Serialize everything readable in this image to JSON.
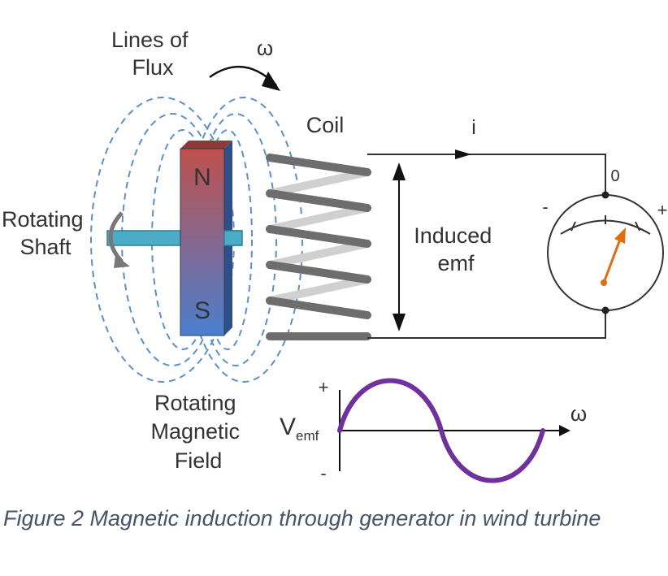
{
  "diagram": {
    "labels": {
      "lines_of_flux": [
        "Lines of",
        "Flux"
      ],
      "omega_top": "ω",
      "coil": "Coil",
      "current": "i",
      "induced_emf": [
        "Induced",
        "emf"
      ],
      "rotating_shaft": [
        "Rotating",
        "Shaft"
      ],
      "magnet_north": "N",
      "magnet_south": "S",
      "meter_zero": "0",
      "meter_minus": "-",
      "meter_plus": "+",
      "rotating_field": [
        "Rotating",
        "Magnetic",
        "Field"
      ],
      "graph_plus": "+",
      "graph_minus": "-",
      "v_emf_main": "V",
      "v_emf_sub": "emf",
      "omega_axis": "ω"
    },
    "colors": {
      "flux_lines": "#5a8fd0",
      "magnet_top": "#c0504d",
      "magnet_bottom": "#4a7fd0",
      "shaft": "#4bacc6",
      "coil": "#6d6d6d",
      "wire": "#333333",
      "needle": "#e46c0a",
      "sine_wave": "#7030a0"
    }
  },
  "caption": {
    "text": "Figure 2 Magnetic induction through generator in wind turbine"
  }
}
